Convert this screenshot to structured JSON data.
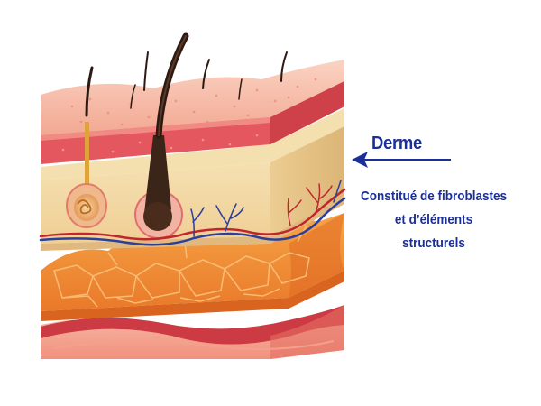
{
  "annotation": {
    "title": "Derme",
    "description_lines": [
      "Constitué de fibroblastes",
      "et d’éléments",
      "structurels"
    ]
  },
  "colors": {
    "text": "#1a2f9a",
    "arrow": "#1a2f9a",
    "epidermis_top": "#f6b7a5",
    "epidermis_band": "#e4575e",
    "dermis": "#f3d9a4",
    "hypodermis": "#f3923a",
    "muscle": "#c9363e",
    "hair": "#2c1a12",
    "vein": "#2b3f9e",
    "artery": "#c0262e"
  },
  "icons": {
    "pointer": "arrow-left-icon"
  }
}
